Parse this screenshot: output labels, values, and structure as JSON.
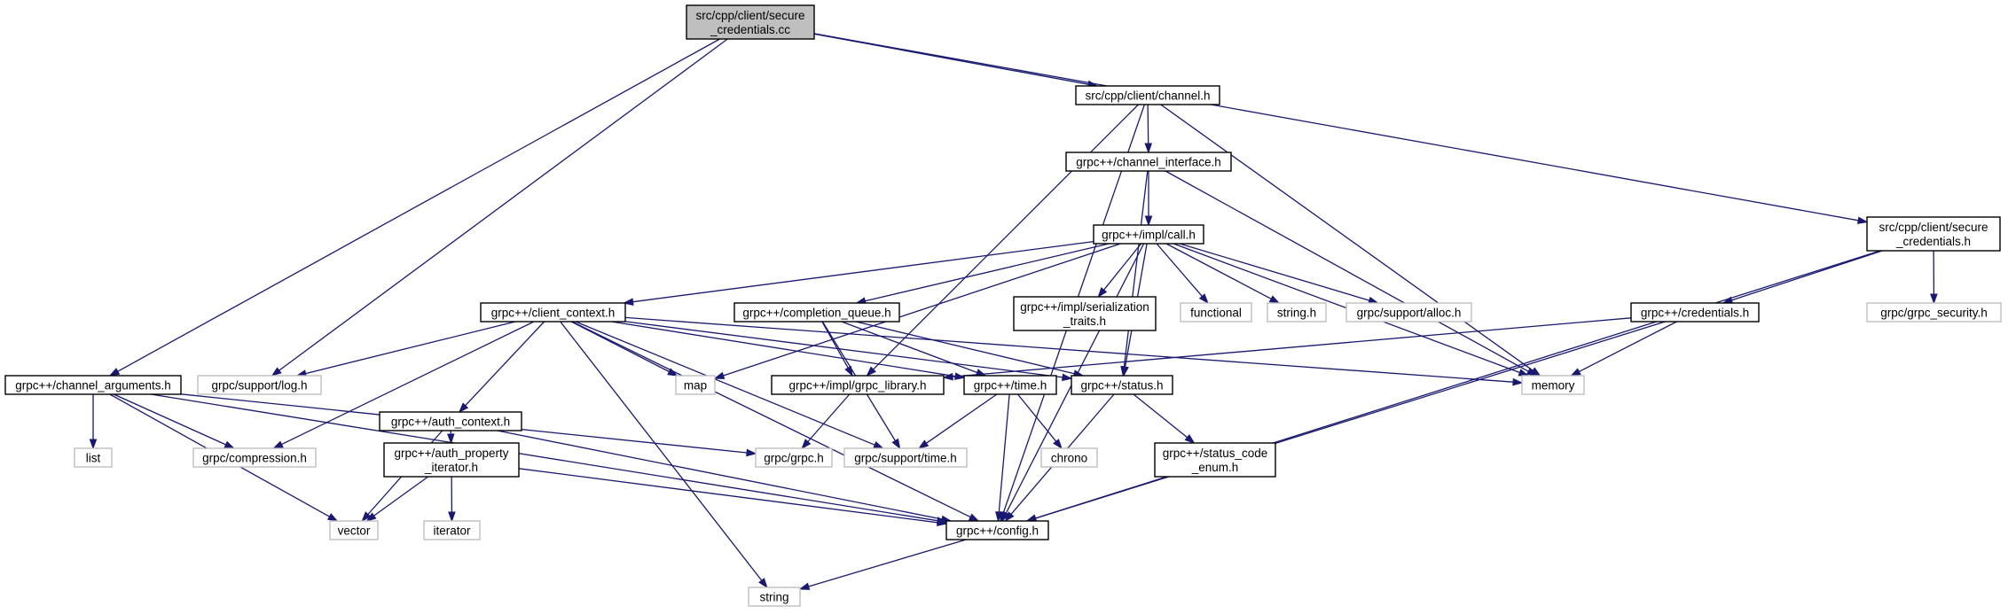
{
  "nodes": [
    {
      "id": "n_root",
      "lines": [
        "src/cpp/client/secure",
        "_credentials.cc"
      ],
      "kind": "root"
    },
    {
      "id": "n_channel_h",
      "lines": [
        "src/cpp/client/channel.h"
      ],
      "kind": "documented"
    },
    {
      "id": "n_secure_credentials_h",
      "lines": [
        "src/cpp/client/secure",
        "_credentials.h"
      ],
      "kind": "documented"
    },
    {
      "id": "n_channel_interface",
      "lines": [
        "grpc++/channel_interface.h"
      ],
      "kind": "documented"
    },
    {
      "id": "n_impl_call",
      "lines": [
        "grpc++/impl/call.h"
      ],
      "kind": "documented"
    },
    {
      "id": "n_client_context",
      "lines": [
        "grpc++/client_context.h"
      ],
      "kind": "documented"
    },
    {
      "id": "n_completion_queue",
      "lines": [
        "grpc++/completion_queue.h"
      ],
      "kind": "documented"
    },
    {
      "id": "n_serialization_traits",
      "lines": [
        "grpc++/impl/serialization",
        "_traits.h"
      ],
      "kind": "documented"
    },
    {
      "id": "n_functional",
      "lines": [
        "functional"
      ],
      "kind": "external"
    },
    {
      "id": "n_string_h",
      "lines": [
        "string.h"
      ],
      "kind": "external"
    },
    {
      "id": "n_support_alloc",
      "lines": [
        "grpc/support/alloc.h"
      ],
      "kind": "external"
    },
    {
      "id": "n_credentials",
      "lines": [
        "grpc++/credentials.h"
      ],
      "kind": "documented"
    },
    {
      "id": "n_grpc_security",
      "lines": [
        "grpc/grpc_security.h"
      ],
      "kind": "external"
    },
    {
      "id": "n_channel_arguments",
      "lines": [
        "grpc++/channel_arguments.h"
      ],
      "kind": "documented"
    },
    {
      "id": "n_support_log",
      "lines": [
        "grpc/support/log.h"
      ],
      "kind": "external"
    },
    {
      "id": "n_map",
      "lines": [
        "map"
      ],
      "kind": "external"
    },
    {
      "id": "n_grpc_library",
      "lines": [
        "grpc++/impl/grpc_library.h"
      ],
      "kind": "documented"
    },
    {
      "id": "n_time_h",
      "lines": [
        "grpc++/time.h"
      ],
      "kind": "documented"
    },
    {
      "id": "n_status_h",
      "lines": [
        "grpc++/status.h"
      ],
      "kind": "documented"
    },
    {
      "id": "n_memory",
      "lines": [
        "memory"
      ],
      "kind": "external"
    },
    {
      "id": "n_auth_context",
      "lines": [
        "grpc++/auth_context.h"
      ],
      "kind": "documented"
    },
    {
      "id": "n_list",
      "lines": [
        "list"
      ],
      "kind": "external"
    },
    {
      "id": "n_compression",
      "lines": [
        "grpc/compression.h"
      ],
      "kind": "external"
    },
    {
      "id": "n_grpc_h",
      "lines": [
        "grpc/grpc.h"
      ],
      "kind": "external"
    },
    {
      "id": "n_support_time",
      "lines": [
        "grpc/support/time.h"
      ],
      "kind": "external"
    },
    {
      "id": "n_chrono",
      "lines": [
        "chrono"
      ],
      "kind": "external"
    },
    {
      "id": "n_status_code_enum",
      "lines": [
        "grpc++/status_code",
        "_enum.h"
      ],
      "kind": "documented"
    },
    {
      "id": "n_auth_property_iterator",
      "lines": [
        "grpc++/auth_property",
        "_iterator.h"
      ],
      "kind": "documented"
    },
    {
      "id": "n_vector",
      "lines": [
        "vector"
      ],
      "kind": "external"
    },
    {
      "id": "n_iterator",
      "lines": [
        "iterator"
      ],
      "kind": "external"
    },
    {
      "id": "n_config",
      "lines": [
        "grpc++/config.h"
      ],
      "kind": "documented"
    },
    {
      "id": "n_string",
      "lines": [
        "string"
      ],
      "kind": "external"
    }
  ],
  "edges": [
    [
      "n_root",
      "n_channel_h"
    ],
    [
      "n_root",
      "n_secure_credentials_h"
    ],
    [
      "n_root",
      "n_channel_arguments"
    ],
    [
      "n_root",
      "n_support_log"
    ],
    [
      "n_channel_h",
      "n_channel_interface"
    ],
    [
      "n_channel_h",
      "n_memory"
    ],
    [
      "n_channel_h",
      "n_config"
    ],
    [
      "n_channel_h",
      "n_grpc_library"
    ],
    [
      "n_channel_interface",
      "n_impl_call"
    ],
    [
      "n_channel_interface",
      "n_memory"
    ],
    [
      "n_channel_interface",
      "n_status_h"
    ],
    [
      "n_impl_call",
      "n_client_context"
    ],
    [
      "n_impl_call",
      "n_completion_queue"
    ],
    [
      "n_impl_call",
      "n_serialization_traits"
    ],
    [
      "n_impl_call",
      "n_functional"
    ],
    [
      "n_impl_call",
      "n_string_h"
    ],
    [
      "n_impl_call",
      "n_support_alloc"
    ],
    [
      "n_impl_call",
      "n_memory"
    ],
    [
      "n_impl_call",
      "n_map"
    ],
    [
      "n_impl_call",
      "n_status_h"
    ],
    [
      "n_impl_call",
      "n_config"
    ],
    [
      "n_secure_credentials_h",
      "n_credentials"
    ],
    [
      "n_secure_credentials_h",
      "n_grpc_security"
    ],
    [
      "n_secure_credentials_h",
      "n_config"
    ],
    [
      "n_credentials",
      "n_memory"
    ],
    [
      "n_credentials",
      "n_config"
    ],
    [
      "n_credentials",
      "n_grpc_library"
    ],
    [
      "n_client_context",
      "n_support_log"
    ],
    [
      "n_client_context",
      "n_map"
    ],
    [
      "n_client_context",
      "n_memory"
    ],
    [
      "n_client_context",
      "n_time_h"
    ],
    [
      "n_client_context",
      "n_status_h"
    ],
    [
      "n_client_context",
      "n_auth_context"
    ],
    [
      "n_client_context",
      "n_compression"
    ],
    [
      "n_client_context",
      "n_support_time"
    ],
    [
      "n_client_context",
      "n_config"
    ],
    [
      "n_client_context",
      "n_string"
    ],
    [
      "n_completion_queue",
      "n_grpc_library"
    ],
    [
      "n_completion_queue",
      "n_time_h"
    ],
    [
      "n_completion_queue",
      "n_status_h"
    ],
    [
      "n_completion_queue",
      "n_support_time"
    ],
    [
      "n_grpc_library",
      "n_grpc_h"
    ],
    [
      "n_time_h",
      "n_support_time"
    ],
    [
      "n_time_h",
      "n_chrono"
    ],
    [
      "n_time_h",
      "n_config"
    ],
    [
      "n_status_h",
      "n_status_code_enum"
    ],
    [
      "n_status_h",
      "n_config"
    ],
    [
      "n_auth_context",
      "n_auth_property_iterator"
    ],
    [
      "n_auth_context",
      "n_vector"
    ],
    [
      "n_auth_context",
      "n_config"
    ],
    [
      "n_auth_property_iterator",
      "n_vector"
    ],
    [
      "n_auth_property_iterator",
      "n_iterator"
    ],
    [
      "n_auth_property_iterator",
      "n_config"
    ],
    [
      "n_channel_arguments",
      "n_list"
    ],
    [
      "n_channel_arguments",
      "n_compression"
    ],
    [
      "n_channel_arguments",
      "n_vector"
    ],
    [
      "n_channel_arguments",
      "n_grpc_h"
    ],
    [
      "n_channel_arguments",
      "n_config"
    ],
    [
      "n_config",
      "n_string"
    ]
  ],
  "colors": {
    "edge": "#191970",
    "root_fill": "#bfbfbf",
    "documented_stroke": "#000000",
    "external_stroke": "#bfbfbf",
    "text": "#000000"
  }
}
